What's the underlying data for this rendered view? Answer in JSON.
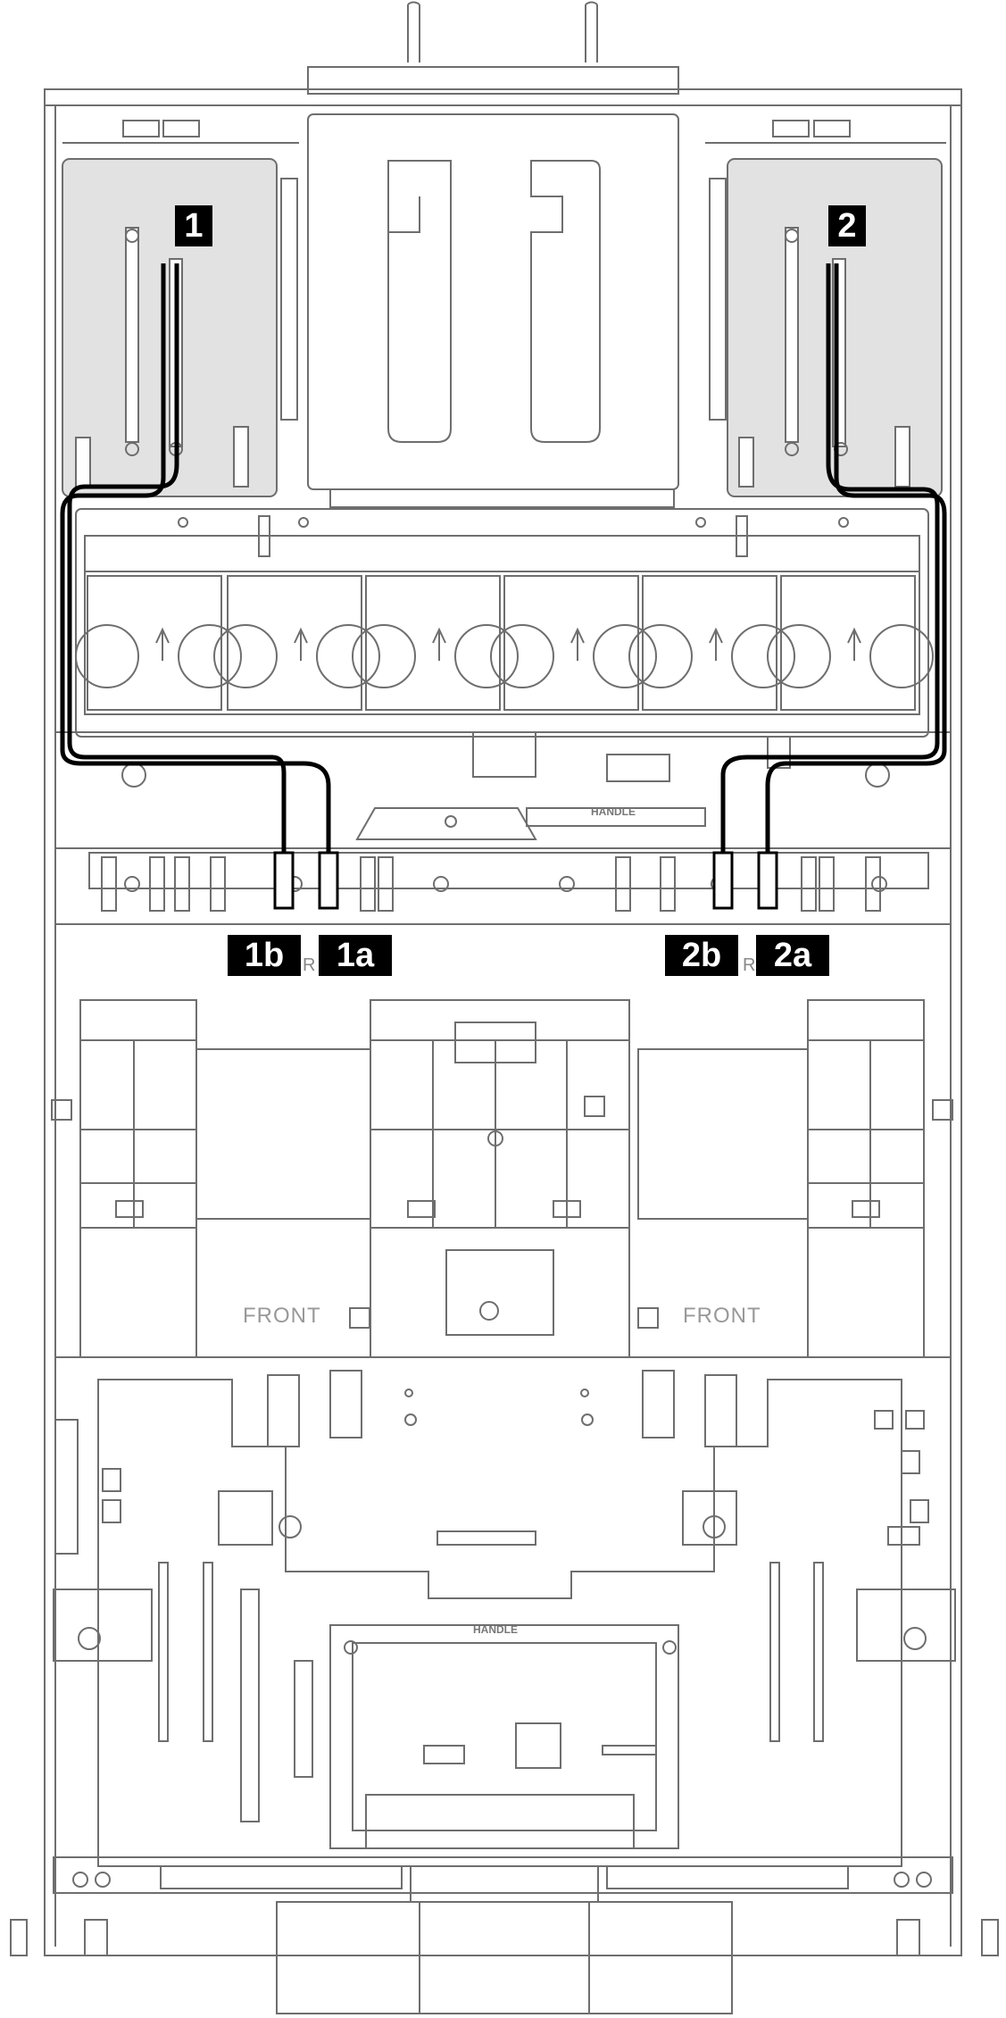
{
  "callouts": {
    "riser1": "1",
    "riser2": "2",
    "conn_1a": "1a",
    "conn_1b": "1b",
    "conn_2a": "2a",
    "conn_2b": "2b"
  },
  "labels": {
    "r_left": "R",
    "r_right": "R",
    "front_left": "FRONT",
    "front_right": "FRONT",
    "handle_top": "HANDLE",
    "handle_bottom": "HANDLE"
  },
  "colors": {
    "line": "#6e6e6e",
    "cable": "#000000",
    "riser_fill": "#e2e2e2",
    "callout_bg": "#000000",
    "callout_text": "#ffffff"
  }
}
